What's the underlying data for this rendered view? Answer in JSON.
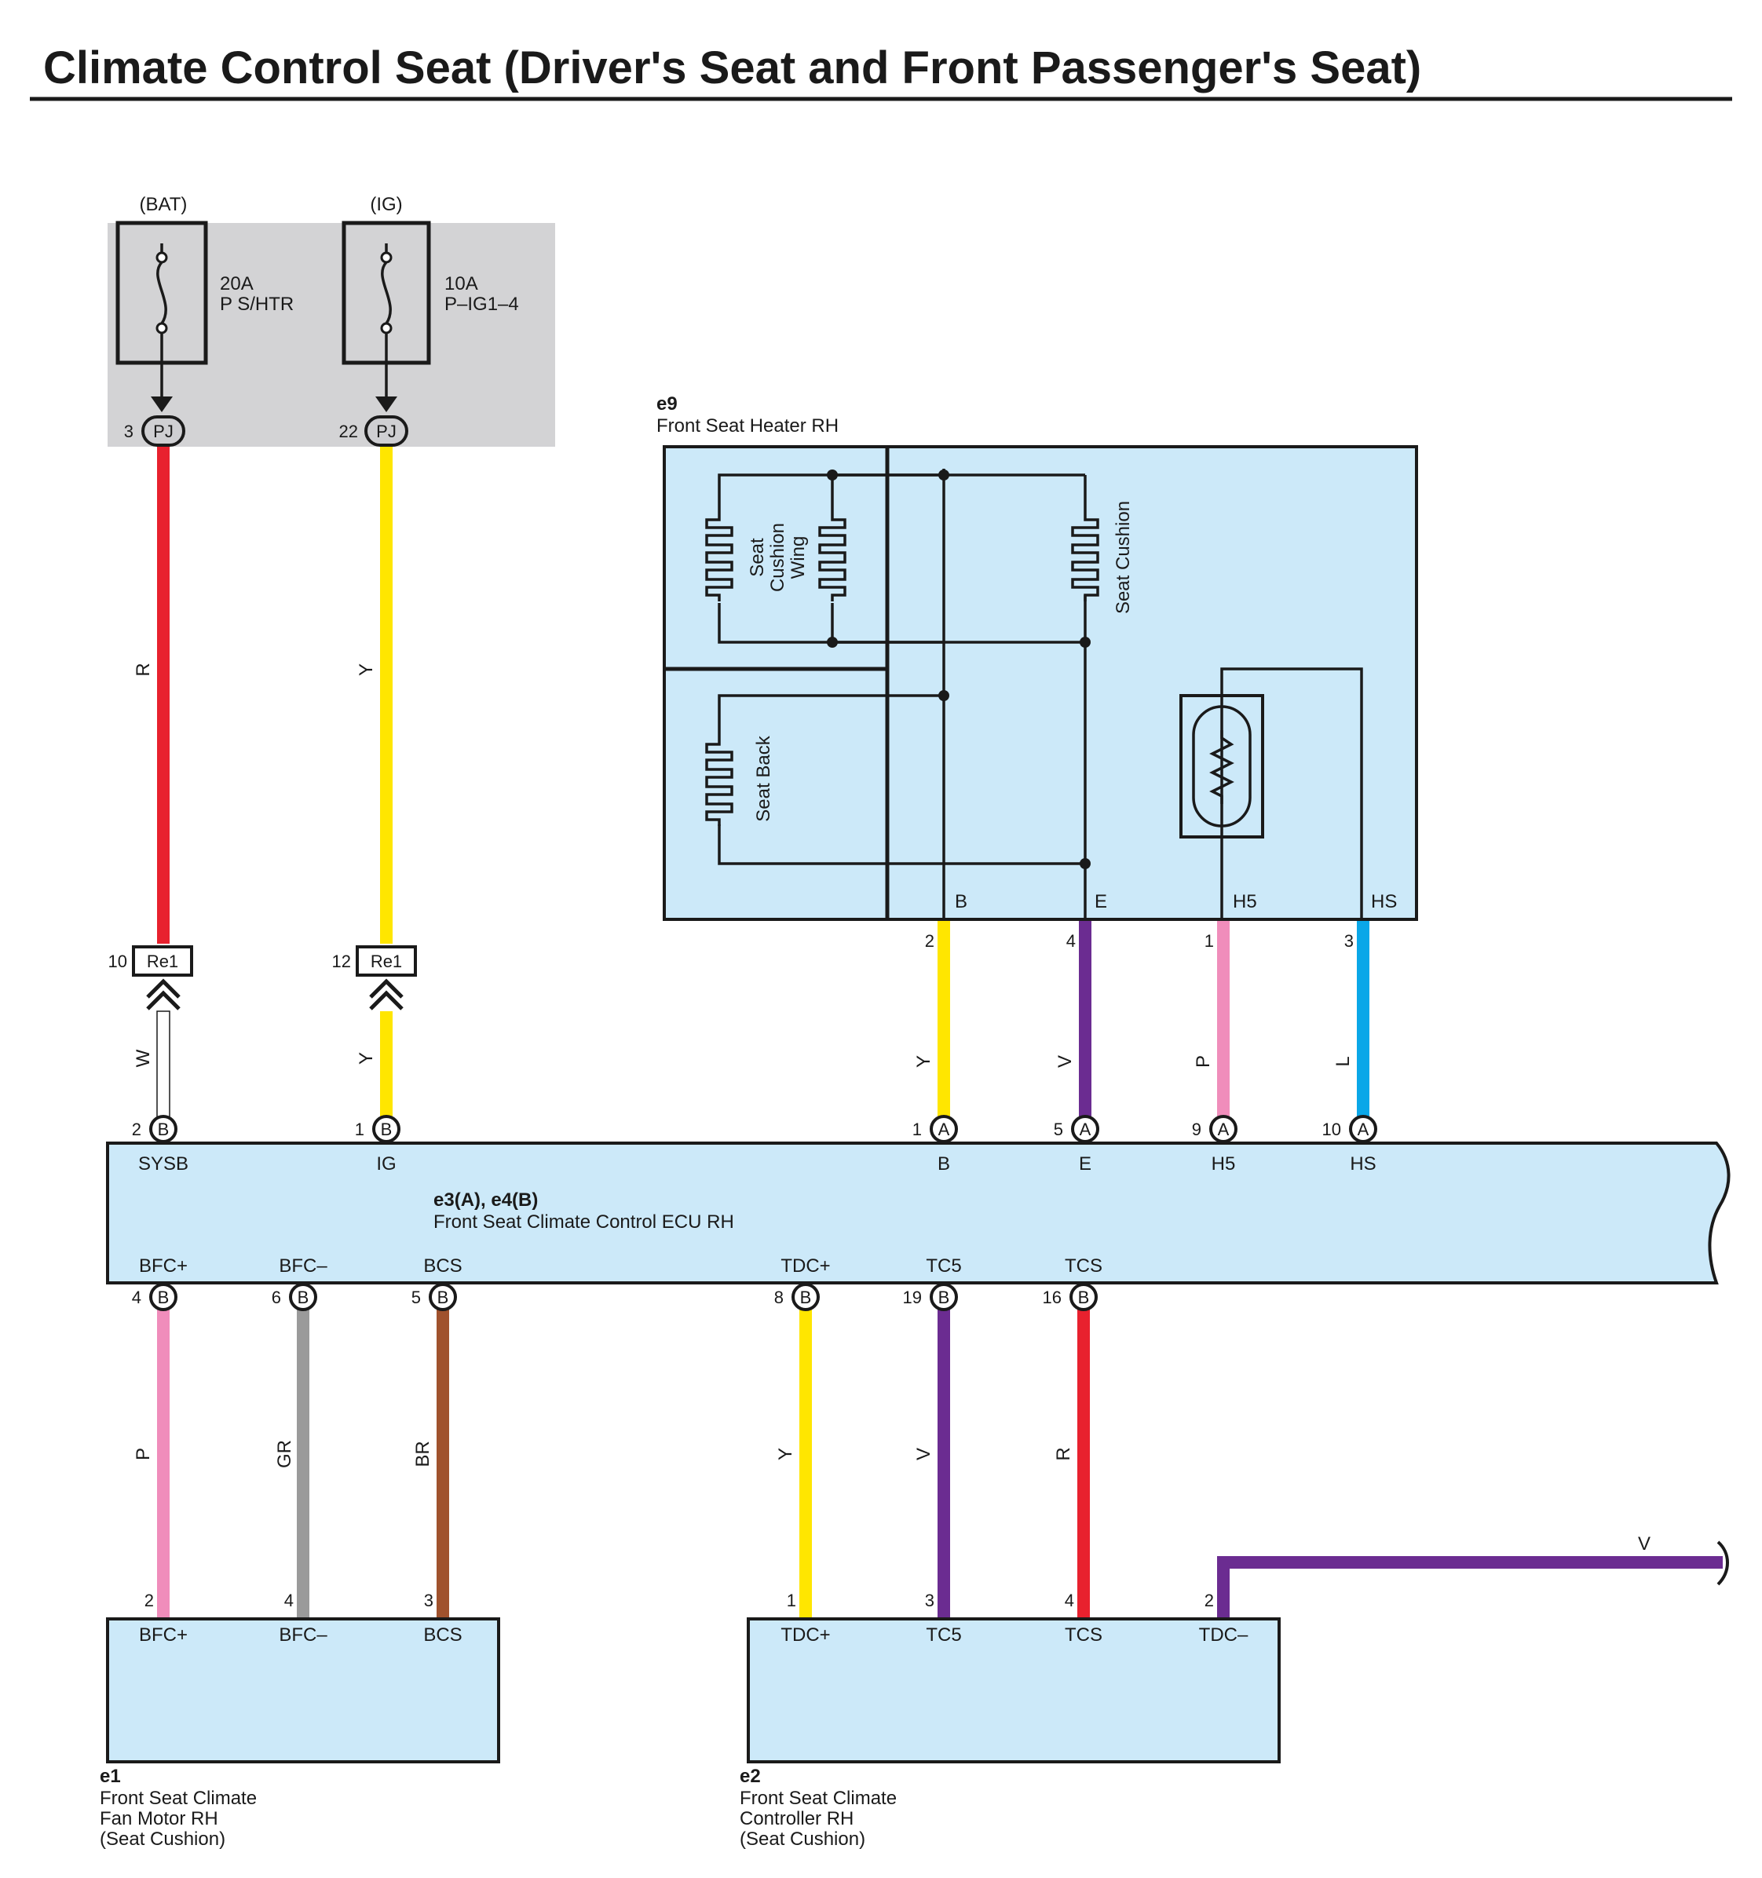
{
  "title": "Climate Control Seat (Driver's Seat and Front Passenger's Seat)",
  "colors": {
    "R": "#e8212e",
    "Y": "#ffe600",
    "W": "#ffffff",
    "V": "#6b2c91",
    "P": "#f08dbb",
    "L": "#0aa7e8",
    "GR": "#9a9a9a",
    "BR": "#a0522d",
    "module_fill": "#cce9f9",
    "fuse_area": "#d3d3d5"
  },
  "fuses": [
    {
      "source": "(BAT)",
      "rating": "20A",
      "name": "P S/HTR",
      "pin": "3",
      "connector": "PJ"
    },
    {
      "source": "(IG)",
      "rating": "10A",
      "name": "P–IG1–4",
      "pin": "22",
      "connector": "PJ"
    }
  ],
  "junction": [
    {
      "pin": "10",
      "connector": "Re1"
    },
    {
      "pin": "12",
      "connector": "Re1"
    }
  ],
  "heater": {
    "code": "e9",
    "name": "Front Seat Heater RH",
    "elements": {
      "wing": "Seat\nCushion\nWing",
      "back": "Seat Back",
      "cushion": "Seat Cushion"
    },
    "terminals": [
      {
        "label": "B",
        "pin": "2",
        "wire": "Y"
      },
      {
        "label": "E",
        "pin": "4",
        "wire": "V"
      },
      {
        "label": "H5",
        "pin": "1",
        "wire": "P"
      },
      {
        "label": "HS",
        "pin": "3",
        "wire": "L"
      }
    ]
  },
  "ecu": {
    "code": "e3(A), e4(B)",
    "name": "Front Seat Climate Control ECU RH",
    "top_terminals": [
      {
        "label": "SYSB",
        "pin": "2",
        "connector": "B",
        "wire": "W",
        "upper_wire": "R"
      },
      {
        "label": "IG",
        "pin": "1",
        "connector": "B",
        "wire": "Y",
        "upper_wire": "Y"
      },
      {
        "label": "B",
        "pin": "1",
        "connector": "A"
      },
      {
        "label": "E",
        "pin": "5",
        "connector": "A"
      },
      {
        "label": "H5",
        "pin": "9",
        "connector": "A"
      },
      {
        "label": "HS",
        "pin": "10",
        "connector": "A"
      }
    ],
    "bottom_terminals": [
      {
        "label": "BFC+",
        "pin": "4",
        "connector": "B",
        "wire": "P"
      },
      {
        "label": "BFC–",
        "pin": "6",
        "connector": "B",
        "wire": "GR"
      },
      {
        "label": "BCS",
        "pin": "5",
        "connector": "B",
        "wire": "BR"
      },
      {
        "label": "TDC+",
        "pin": "8",
        "connector": "B",
        "wire": "Y"
      },
      {
        "label": "TC5",
        "pin": "19",
        "connector": "B",
        "wire": "V"
      },
      {
        "label": "TCS",
        "pin": "16",
        "connector": "B",
        "wire": "R"
      }
    ]
  },
  "fan_motor": {
    "code": "e1",
    "name": [
      "Front Seat Climate",
      "Fan Motor RH",
      "(Seat Cushion)"
    ],
    "terminals": [
      {
        "label": "BFC+",
        "pin": "2"
      },
      {
        "label": "BFC–",
        "pin": "4"
      },
      {
        "label": "BCS",
        "pin": "3"
      }
    ]
  },
  "controller": {
    "code": "e2",
    "name": [
      "Front Seat Climate",
      "Controller RH",
      "(Seat Cushion)"
    ],
    "terminals": [
      {
        "label": "TDC+",
        "pin": "1"
      },
      {
        "label": "TC5",
        "pin": "3"
      },
      {
        "label": "TCS",
        "pin": "4"
      },
      {
        "label": "TDC–",
        "pin": "2",
        "wire": "V"
      }
    ]
  }
}
